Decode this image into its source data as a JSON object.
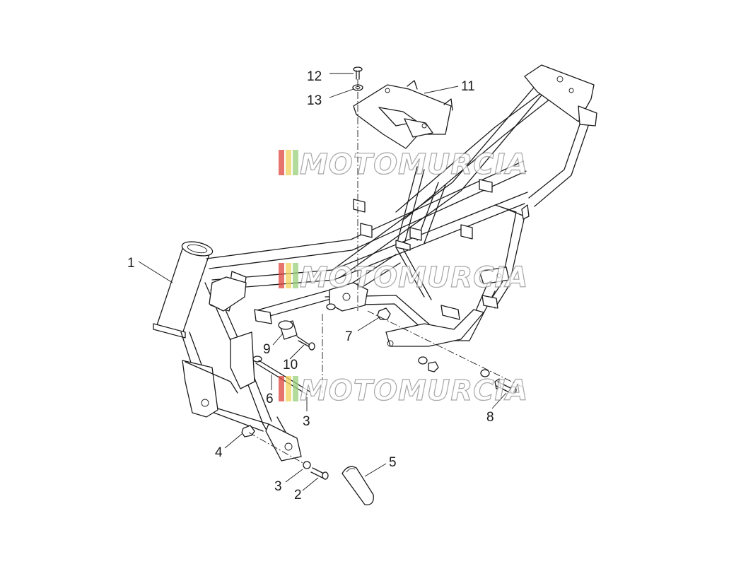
{
  "diagram": {
    "callouts": [
      {
        "id": "1",
        "label": "1"
      },
      {
        "id": "2",
        "label": "2"
      },
      {
        "id": "3a",
        "label": "3"
      },
      {
        "id": "3b",
        "label": "3"
      },
      {
        "id": "4",
        "label": "4"
      },
      {
        "id": "5",
        "label": "5"
      },
      {
        "id": "6",
        "label": "6"
      },
      {
        "id": "7",
        "label": "7"
      },
      {
        "id": "8",
        "label": "8"
      },
      {
        "id": "9",
        "label": "9"
      },
      {
        "id": "10",
        "label": "10"
      },
      {
        "id": "11",
        "label": "11"
      },
      {
        "id": "12",
        "label": "12"
      },
      {
        "id": "13",
        "label": "13"
      }
    ]
  },
  "watermark": {
    "text": "MOTOMURCIA",
    "stripe_colors": [
      "#e0463c",
      "#f1d35a",
      "#9ad07a"
    ]
  }
}
